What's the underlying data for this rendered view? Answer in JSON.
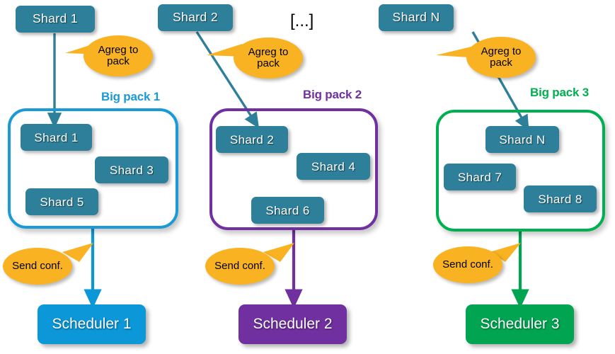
{
  "diagram": {
    "ellipsis": "[...]",
    "colors": {
      "shard_teal": "#2e7f99",
      "pack1_blue": "#1b9ad6",
      "pack2_purple": "#7030a0",
      "pack3_green": "#00b050",
      "scheduler1_blue": "#0b97d8",
      "scheduler2_purple": "#7030a0",
      "scheduler3_green": "#00a451",
      "callout_orange": "#f9b222",
      "arrow_teal": "#2e7f99"
    }
  },
  "top_shards": [
    {
      "label": "Shard 1"
    },
    {
      "label": "Shard 2"
    },
    {
      "label": "Shard N"
    }
  ],
  "agreg_callouts": [
    {
      "line1": "Agreg to",
      "line2": "pack"
    },
    {
      "line1": "Agreg to",
      "line2": "pack"
    },
    {
      "line1": "Agreg to",
      "line2": "pack"
    }
  ],
  "packs": [
    {
      "label": "Big pack 1",
      "color": "#1b9ad6",
      "shards": [
        {
          "label": "Shard 1"
        },
        {
          "label": "Shard 3"
        },
        {
          "label": "Shard 5"
        }
      ]
    },
    {
      "label": "Big pack 2",
      "color": "#7030a0",
      "shards": [
        {
          "label": "Shard 2"
        },
        {
          "label": "Shard 4"
        },
        {
          "label": "Shard 6"
        }
      ]
    },
    {
      "label": "Big pack 3",
      "color": "#00b050",
      "shards": [
        {
          "label": "Shard N"
        },
        {
          "label": "Shard 7"
        },
        {
          "label": "Shard 8"
        }
      ]
    }
  ],
  "send_callouts": [
    {
      "label": "Send conf."
    },
    {
      "label": "Send conf."
    },
    {
      "label": "Send conf."
    }
  ],
  "schedulers": [
    {
      "label": "Scheduler 1",
      "color": "#0b97d8"
    },
    {
      "label": "Scheduler 2",
      "color": "#7030a0"
    },
    {
      "label": "Scheduler 3",
      "color": "#00a451"
    }
  ]
}
